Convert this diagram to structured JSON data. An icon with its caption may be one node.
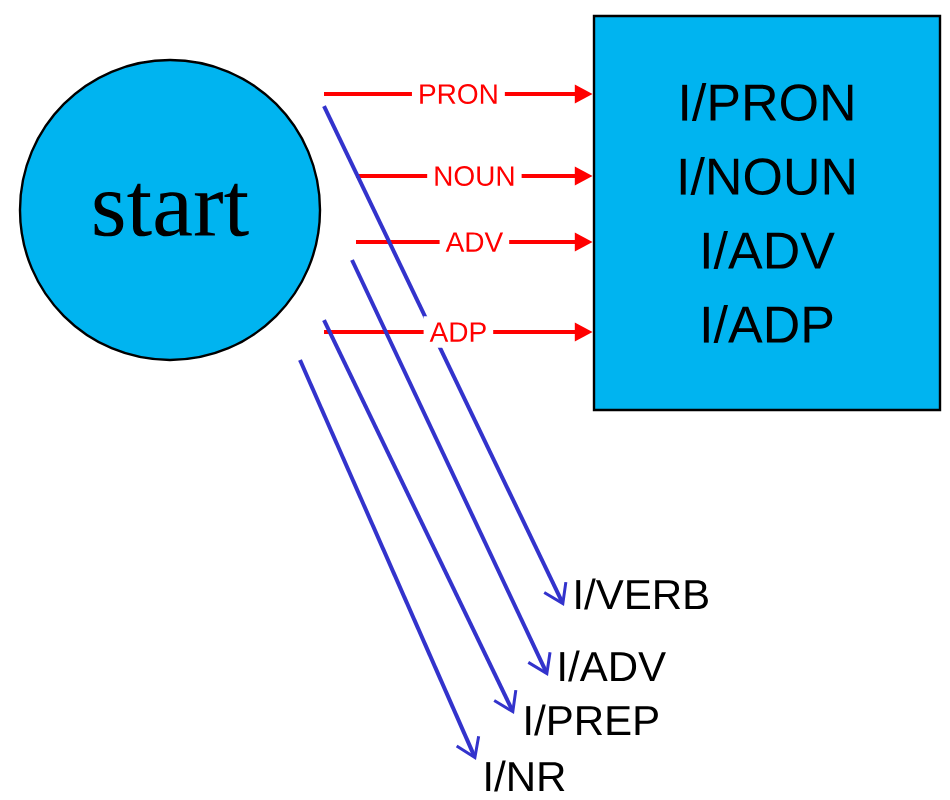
{
  "diagram": {
    "nodes": [
      {
        "text": [
          "start"
        ]
      },
      {
        "text": [
          "I/PRON",
          "I/NOUN",
          "I/ADV",
          "I/ADP"
        ]
      },
      {
        "text": [
          "I/VERB"
        ]
      },
      {
        "text": [
          "I/ADV"
        ]
      },
      {
        "text": [
          "I/PREP"
        ]
      },
      {
        "text": [
          "I/NR"
        ]
      }
    ],
    "edges": [
      {
        "from": 0,
        "to": 1,
        "arrow": "to",
        "label": "PRON",
        "color": "#ff0000"
      },
      {
        "from": 0,
        "to": 1,
        "arrow": "to",
        "label": "NOUN",
        "color": "#ff0000"
      },
      {
        "from": 0,
        "to": 1,
        "arrow": "to",
        "label": "ADV",
        "color": "#ff0000"
      },
      {
        "from": 0,
        "to": 1,
        "arrow": "to",
        "label": "ADP",
        "color": "#ff0000"
      },
      {
        "from": 0,
        "to": 2,
        "arrow": "to",
        "color": "#3333cc"
      },
      {
        "from": 0,
        "to": 3,
        "arrow": "to",
        "color": "#3333cc"
      },
      {
        "from": 0,
        "to": 4,
        "arrow": "to",
        "color": "#3333cc"
      },
      {
        "from": 0,
        "to": 5,
        "arrow": "to",
        "color": "#3333cc"
      }
    ]
  }
}
